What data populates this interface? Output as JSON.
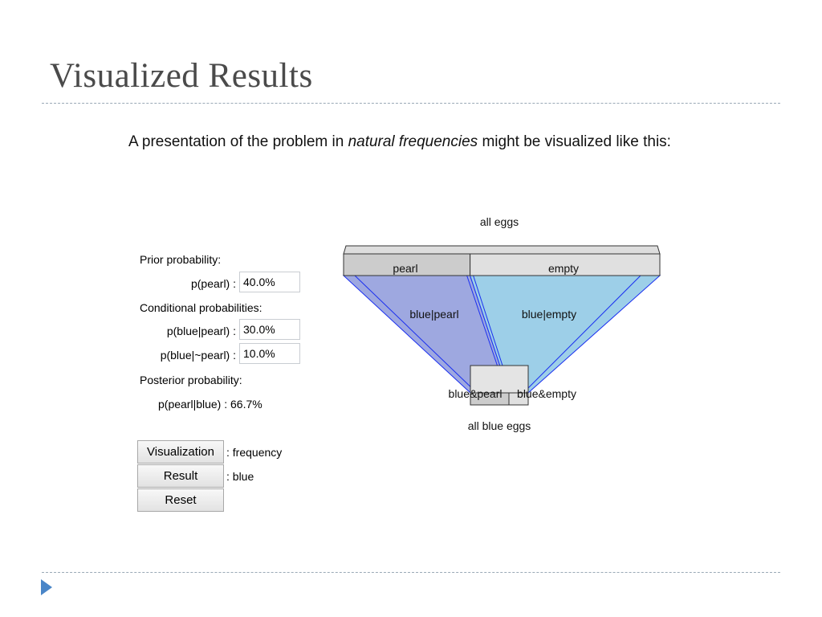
{
  "slide": {
    "title": "Visualized Results",
    "intro_before": "A presentation of the problem in ",
    "intro_emphasis": "natural frequencies",
    "intro_after": " might be visualized like this:"
  },
  "panel": {
    "prior_heading": "Prior probability:",
    "p_pearl_label": "p(pearl) :",
    "p_pearl_value": "40.0%",
    "conditional_heading": "Conditional probabilities:",
    "p_blue_pearl_label": "p(blue|pearl) :",
    "p_blue_pearl_value": "30.0%",
    "p_blue_notpearl_label": "p(blue|~pearl) :",
    "p_blue_notpearl_value": "10.0%",
    "posterior_heading": "Posterior probability:",
    "p_pearl_blue_label": "p(pearl|blue) : 66.7%"
  },
  "buttons": {
    "visualization_label": "Visualization",
    "visualization_value": ": frequency",
    "result_label": "Result",
    "result_value": ": blue",
    "reset_label": "Reset"
  },
  "diagram": {
    "all_eggs_label": "all eggs",
    "pearl_label": "pearl",
    "empty_label": "empty",
    "blue_pearl_label": "blue|pearl",
    "blue_empty_label": "blue|empty",
    "blue_and_pearl_label": "blue&pearl",
    "blue_and_empty_label": "blue&empty",
    "all_blue_eggs_label": "all blue eggs",
    "pearl_fraction": 0.4,
    "blue_given_pearl": 0.3,
    "blue_given_notpearl": 0.1,
    "colors": {
      "pearl_box": "#cccccc",
      "empty_box": "#e0e0e0",
      "pearl_funnel": "#9ea8e0",
      "empty_funnel": "#9dcfe8",
      "funnel_edge": "#1a2ff0",
      "box_edge": "#333333"
    }
  },
  "nav": {
    "next_icon": "triangle-right-icon",
    "color": "#4a86c8"
  }
}
